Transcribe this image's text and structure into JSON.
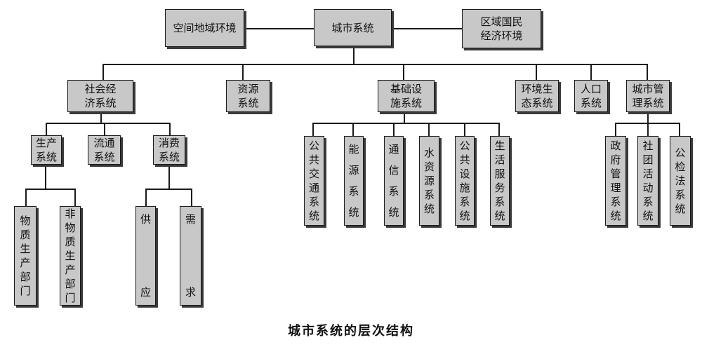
{
  "caption": "城市系统的层次结构",
  "nodes": {
    "city": "城市系统",
    "space": "空间地域环境",
    "region": [
      "区域国民",
      "经济环境"
    ],
    "social": [
      "社会经",
      "济系统"
    ],
    "resource": [
      "资源",
      "系统"
    ],
    "infra": [
      "基础设",
      "施系统"
    ],
    "envsys": [
      "环境生",
      "态系统"
    ],
    "population": [
      "人口",
      "系统"
    ],
    "mgmt": [
      "城市管",
      "理系统"
    ],
    "prod": [
      "生产",
      "系统"
    ],
    "circ": [
      "流通",
      "系统"
    ],
    "cons": [
      "消费",
      "系统"
    ],
    "mat": "物质生产部门",
    "nonmat": "非物质生产部门",
    "supply": "供应",
    "demand": "需求",
    "transport": "公共交通系统",
    "energy": "能源系统",
    "comm": "通信系统",
    "water": "水资源系统",
    "pubfac": "公共设施系统",
    "lifesvc": "生活服务系统",
    "gov": "政府管理系统",
    "assoc": "社团活动系统",
    "law": "公检法系统"
  }
}
